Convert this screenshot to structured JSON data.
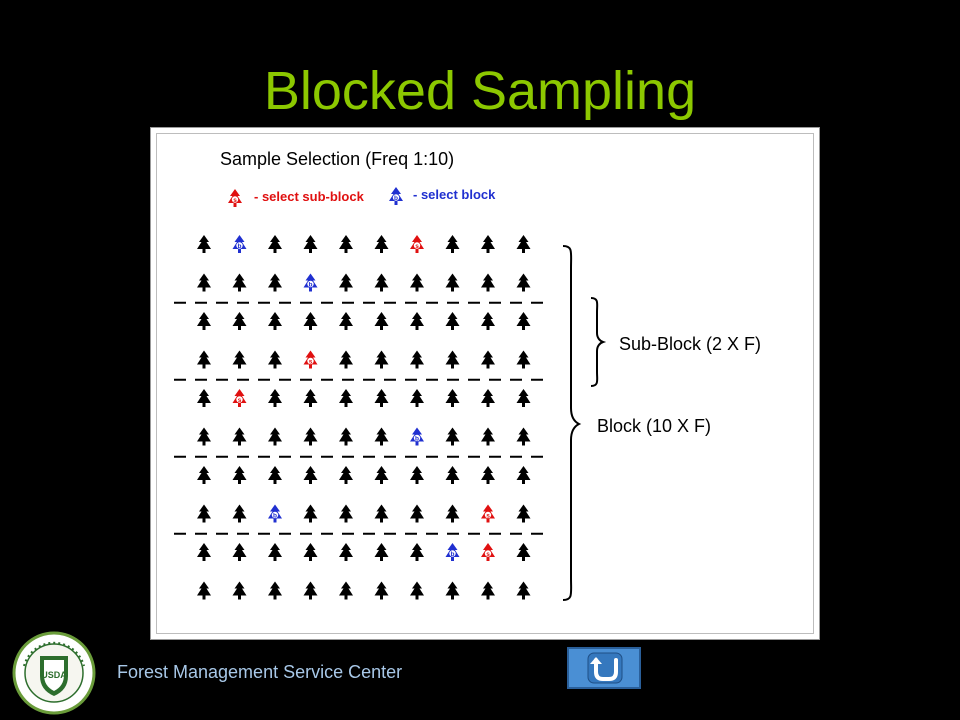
{
  "slide": {
    "title": "Blocked Sampling",
    "footer": "Forest Management Service Center"
  },
  "diagram": {
    "heading": "Sample Selection (Freq 1:10)",
    "legend": [
      {
        "marker": "s",
        "label": "- select sub-block",
        "color": "#e01010"
      },
      {
        "marker": "b",
        "label": "- select block",
        "color": "#2030d0"
      }
    ],
    "subblock_label": "Sub-Block (2 X F)",
    "block_label": "Block (10 X F)",
    "rows": 10,
    "cols": 10,
    "subblock_selected": [
      [
        0,
        6
      ],
      [
        3,
        3
      ],
      [
        4,
        1
      ],
      [
        7,
        8
      ],
      [
        8,
        8
      ]
    ],
    "block_selected": [
      [
        0,
        1
      ],
      [
        1,
        3
      ],
      [
        5,
        6
      ],
      [
        7,
        2
      ],
      [
        8,
        7
      ]
    ],
    "colors": {
      "tree": "#000000",
      "subblock": "#e01010",
      "block": "#2030d0",
      "text": "#000000"
    }
  },
  "logo": {
    "text_ring": "Forest Biometrics & Forest Vegetation Modeling",
    "shield_text": "USDA"
  },
  "nav": {
    "return_icon": "u-turn-arrow-icon"
  },
  "colors": {
    "title": "#8cc800",
    "footer": "#a8c8e8",
    "background": "#000000"
  }
}
